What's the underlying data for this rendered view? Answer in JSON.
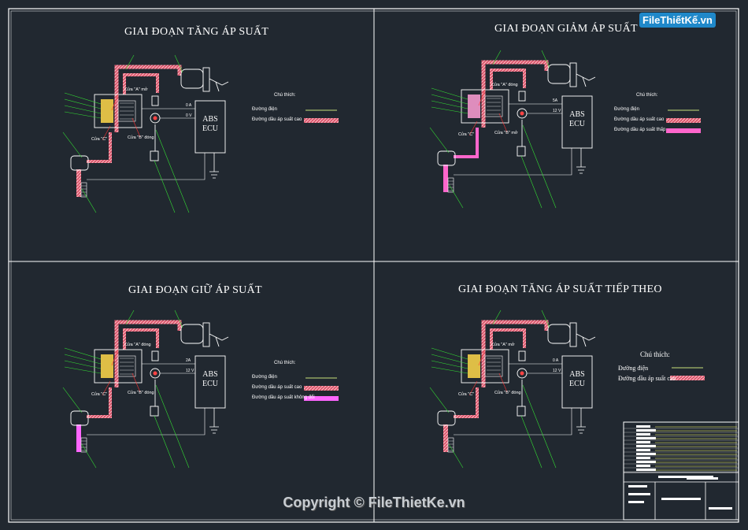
{
  "panels": [
    {
      "title": "GIAI ĐOẠN TĂNG ÁP SUẤT",
      "ecu": "ABS\nECU",
      "volt_top": "0 A",
      "volt_bottom": "0 V",
      "port_a": "Cửa \"A\" mở",
      "port_b": "Cửa \"B\" đóng",
      "port_c": "Cửa \"C\"",
      "legend": {
        "title": "Chú thích:",
        "items": [
          "Đường điện",
          "Đường dầu áp suất cao"
        ]
      }
    },
    {
      "title": "GIAI ĐOẠN GIẢM ÁP SUẤT",
      "ecu": "ABS\nECU",
      "volt_top": "5A",
      "volt_bottom": "12 V",
      "port_a": "Cửa \"A\" đóng",
      "port_b": "Cửa \"B\" mở",
      "port_c": "Cửa \"C\"",
      "legend": {
        "title": "Chú thích:",
        "items": [
          "Đường điện",
          "Đường dầu áp suất cao",
          "Đường dầu áp suất thấp"
        ]
      }
    },
    {
      "title": "GIAI ĐOẠN GIỮ ÁP SUẤT",
      "ecu": "ABS\nECU",
      "volt_top": "2A",
      "volt_bottom": "12 V",
      "port_a": "Cửa \"A\" đóng",
      "port_b": "Cửa \"B\" đóng",
      "port_c": "Cửa \"C\"",
      "legend": {
        "title": "Chú thích:",
        "items": [
          "Đường điện",
          "Đường dầu áp suất cao",
          "Đường dầu áp suất không đổi"
        ]
      }
    },
    {
      "title": "GIAI ĐOẠN TĂNG ÁP SUẤT TIẾP THEO",
      "ecu": "ABS\nECU",
      "volt_top": "0 A",
      "volt_bottom": "12 V",
      "port_a": "Cửa \"A\" mở",
      "port_b": "Cửa \"B\" đóng",
      "port_c": "Cửa \"C\"",
      "legend": {
        "title": "Chú thích:",
        "items": [
          "Đường điện",
          "Đường dầu áp suất cao"
        ]
      }
    }
  ],
  "logo": "FileThiếtKế.vn",
  "copyright": "Copyright © FileThietKe.vn",
  "colors": {
    "background": "#212830",
    "frame": "#ffffff",
    "electric": "#c8e07a",
    "high_pressure": "#e07888",
    "low_pressure": "#ff66cc",
    "constant_pressure": "#ff66ff",
    "leader": "#33dd33",
    "accent": "#1f88c9"
  }
}
